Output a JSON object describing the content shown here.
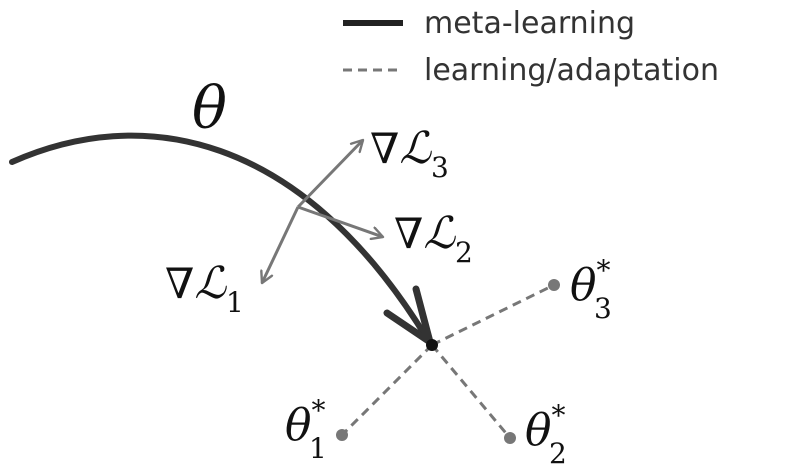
{
  "legend": {
    "solid_label": "meta-learning",
    "dashed_label": "learning/adaptation"
  },
  "labels": {
    "theta": "θ",
    "nabla": "∇",
    "loss": "ℒ",
    "star": "*",
    "grad1_sub": "1",
    "grad2_sub": "2",
    "grad3_sub": "3",
    "opt1_sub": "1",
    "opt2_sub": "2",
    "opt3_sub": "3"
  },
  "colors": {
    "meta_path": "#333333",
    "gradient_arrows": "#777777",
    "adaptation_lines": "#777777",
    "points": "#777777",
    "center_point": "#111111"
  }
}
